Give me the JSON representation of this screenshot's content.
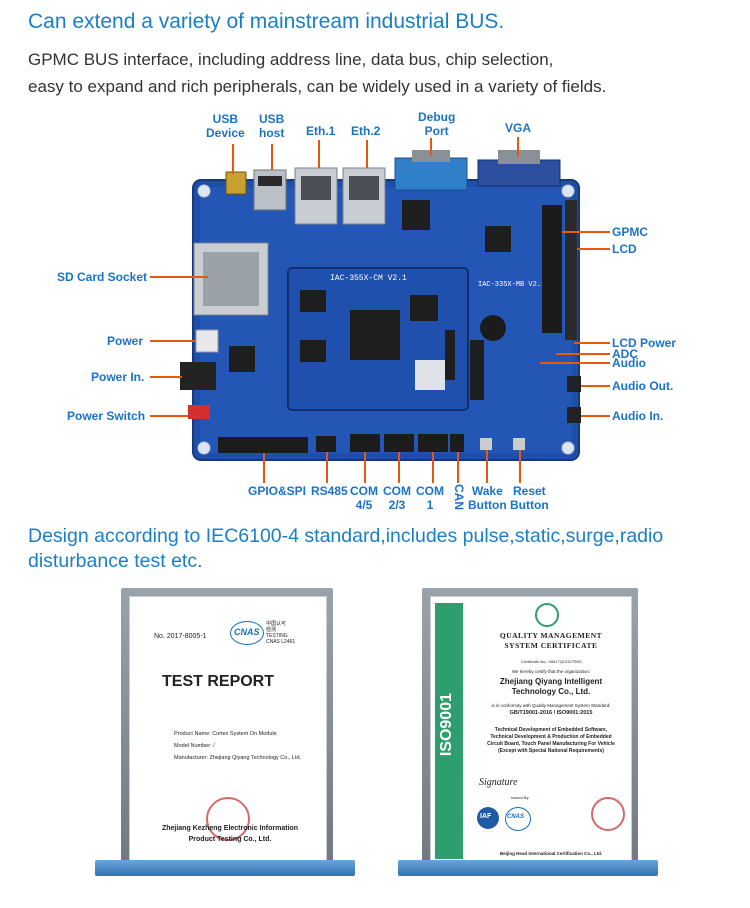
{
  "heading1": "Can extend a variety of mainstream industrial BUS.",
  "desc_line1": "GPMC BUS interface, including address line, data bus, chip selection,",
  "desc_line2": "easy to expand and rich peripherals, can be widely used in a variety of fields.",
  "board": {
    "cm_silk": "IAC-355X-CM V2.1",
    "mb_silk": "IAC-335X-MB V2.1",
    "labels": {
      "usb_device_1": "USB",
      "usb_device_2": "Device",
      "usb_host_1": "USB",
      "usb_host_2": "host",
      "eth1": "Eth.1",
      "eth2": "Eth.2",
      "debug_1": "Debug",
      "debug_2": "Port",
      "vga": "VGA",
      "gpmc": "GPMC",
      "lcd": "LCD",
      "sd": "SD Card Socket",
      "power": "Power",
      "power_in": "Power In.",
      "power_switch": "Power Switch",
      "lcd_power": "LCD Power",
      "adc": "ADC",
      "audio": "Audio",
      "audio_out": "Audio Out.",
      "audio_in": "Audio In.",
      "gpio": "GPIO&SPI",
      "rs485": "RS485",
      "com45_1": "COM",
      "com45_2": "4/5",
      "com23_1": "COM",
      "com23_2": "2/3",
      "com1_1": "COM",
      "com1_2": "1",
      "can": "CAN",
      "wake_1": "Wake",
      "wake_2": "Button",
      "reset_1": "Reset",
      "reset_2": "Button"
    }
  },
  "heading2": "Design according to IEC6100-4 standard,includes pulse,static,surge,radio disturbance test etc.",
  "cert_left": {
    "no": "No. 2017-8005-1",
    "cnas_logo": "CNAS",
    "cnas_text_1": "中国认可",
    "cnas_text_2": "检测",
    "cnas_text_3": "TESTING",
    "cnas_text_4": "CNAS L2461",
    "title": "TEST REPORT",
    "product": "Product Name: Cortex System On Module",
    "model": "Model Number: /",
    "manufacturer": "Manufacturer: Zhejiang Qiyang Technology Co., Ltd.",
    "issuer_1": "Zhejiang Kezheng Electronic Information",
    "issuer_2": "Product Testing Co., Ltd."
  },
  "cert_right": {
    "side_text": "ISO9001",
    "title_1": "QUALITY MANAGEMENT",
    "title_2": "SYSTEM CERTIFICATE",
    "cert_no": "Certificate No.: 00617Q10327R0S",
    "certify": "We hereby certify that the organization:",
    "company_1": "Zhejiang Qiyang Intelligent",
    "company_2": "Technology Co., Ltd.",
    "conformity": "is in conformity with Quality Management System Standard:",
    "standard": "GB/T19001-2016 / ISO9001:2015",
    "scope_1": "Technical Development of Embedded Software,",
    "scope_2": "Technical Development & Production of Embedded",
    "scope_3": "Circuit Board, Touch Panel Manufacturing For Vehicle",
    "scope_4": "(Except with Special National Requirements)",
    "signature": "Signature",
    "issued_by": "Issued By",
    "iaf": "IAF",
    "cnas": "CNAS",
    "footer": "Beijing Head International Certification Co., Ltd."
  },
  "colors": {
    "heading": "#1a7fc8",
    "label": "#1a73c8",
    "leader": "#e8590c",
    "pcb": "#1e4fa8",
    "cert_green": "#2e9e6e"
  }
}
